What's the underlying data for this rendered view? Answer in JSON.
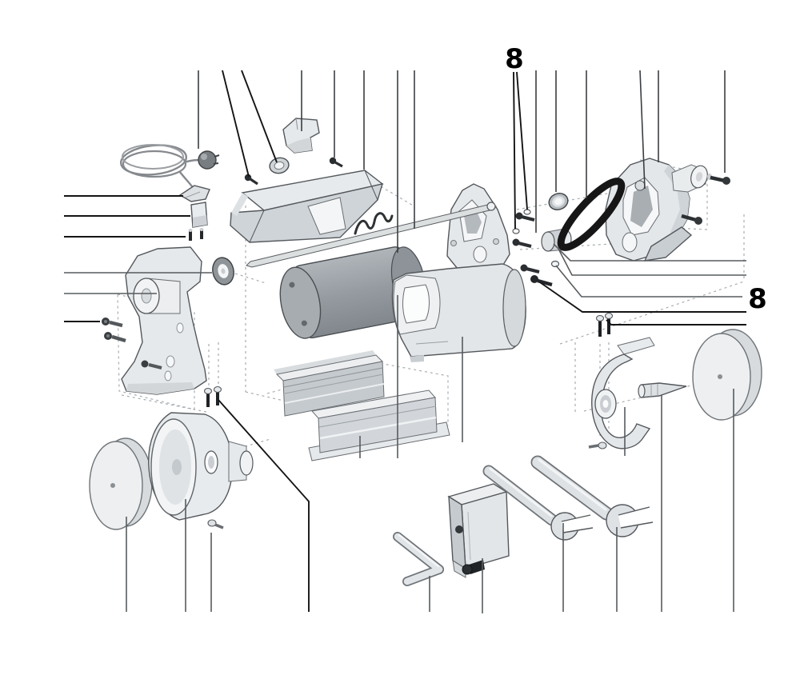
{
  "diagram": {
    "type": "exploded-parts-diagram",
    "background": "#ffffff",
    "outline_color": "#54585c",
    "leader_color": "#3a3d40",
    "dark_leader_color": "#141414",
    "dashed_color": "#a8adb2",
    "belt_color": "#161616",
    "metal_light": "#eceef0",
    "metal_mid": "#d2d6da",
    "motor_dark": "#8d9399",
    "labels": [
      {
        "id": "callout-8-top",
        "text": "8"
      },
      {
        "id": "callout-8-right",
        "text": "8"
      }
    ],
    "parts": [
      "power-cord-with-plug",
      "switch-lever",
      "switch-block",
      "pin-fasteners",
      "switch-housing",
      "round-nut",
      "small-screw",
      "small-screw",
      "top-cover",
      "spring-clip",
      "left-stand-bracket",
      "bearing-washer",
      "socket-head-screws",
      "motor-with-shaft",
      "center-bearing-plate",
      "motor-cradle-housing",
      "ring-washer",
      "drive-belt",
      "pulley",
      "fastener-cluster",
      "right-arm-bracket",
      "hex-screws",
      "base-rails",
      "buffing-disc-left",
      "wheel-hub-drum",
      "hub-screws",
      "wheel-guard",
      "taper-spindle",
      "buffing-disc-right",
      "hex-key",
      "mounting-clamp",
      "open-end-wrench-small",
      "open-end-wrench-large"
    ]
  }
}
